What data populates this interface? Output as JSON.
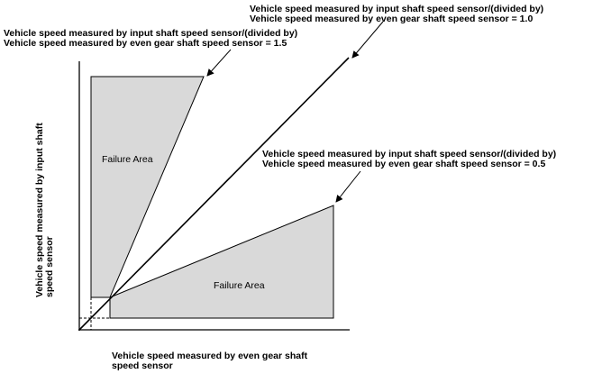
{
  "annotations": {
    "ratio_1_0": {
      "line1": "Vehicle speed measured by input shaft speed sensor/(divided by)",
      "line2": "Vehicle speed measured by even gear shaft speed sensor = 1.0"
    },
    "ratio_1_5": {
      "line1": "Vehicle speed measured by input shaft speed sensor/(divided by)",
      "line2": "Vehicle speed measured by even gear shaft speed sensor = 1.5"
    },
    "ratio_0_5": {
      "line1": "Vehicle speed measured by input shaft speed sensor/(divided by)",
      "line2": "Vehicle speed measured by even gear shaft speed sensor = 0.5"
    }
  },
  "areas": {
    "upper_label": "Failure Area",
    "lower_label": "Failure Area"
  },
  "axes": {
    "y_label_line1": "Vehicle speed measured by input shaft",
    "y_label_line2": "speed sensor",
    "x_label_line1": "Vehicle speed measured by even gear shaft",
    "x_label_line2": "speed sensor"
  },
  "colors": {
    "failure_fill": "#d9d9d9",
    "stroke": "#000000"
  }
}
